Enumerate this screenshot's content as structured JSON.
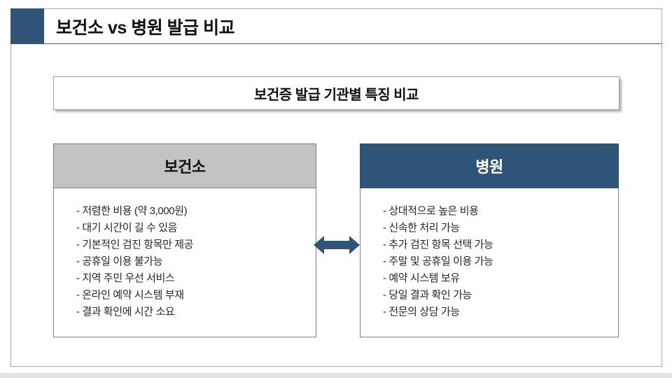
{
  "slide": {
    "title": "보건소 vs 병원 발급 비교",
    "subtitle": "보건증 발급 기관별 특징 비교",
    "bullet_prefix": "-",
    "columns": [
      {
        "header": "보건소",
        "style": "gray",
        "items": [
          "저렴한 비용 (약 3,000원)",
          "대기 시간이 길 수 있음",
          "기본적인 검진 항목만 제공",
          "공휴일 이용 불가능",
          "지역 주민 우선 서비스",
          "온라인 예약 시스템 부재",
          "결과 확인에 시간 소요"
        ]
      },
      {
        "header": "병원",
        "style": "navy",
        "items": [
          "상대적으로 높은 비용",
          "신속한 처리 가능",
          "추가 검진 항목 선택 가능",
          "주말 및 공휴일 이용 가능",
          "예약 시스템 보유",
          "당일 결과 확인 가능",
          "전문의 상담 가능"
        ]
      }
    ],
    "icons": {
      "compare_arrow": "left-right-arrow"
    },
    "colors": {
      "navy": "#2F5478",
      "header_gray": "#C3C3C3",
      "border_gray": "#7F7F7F"
    }
  }
}
